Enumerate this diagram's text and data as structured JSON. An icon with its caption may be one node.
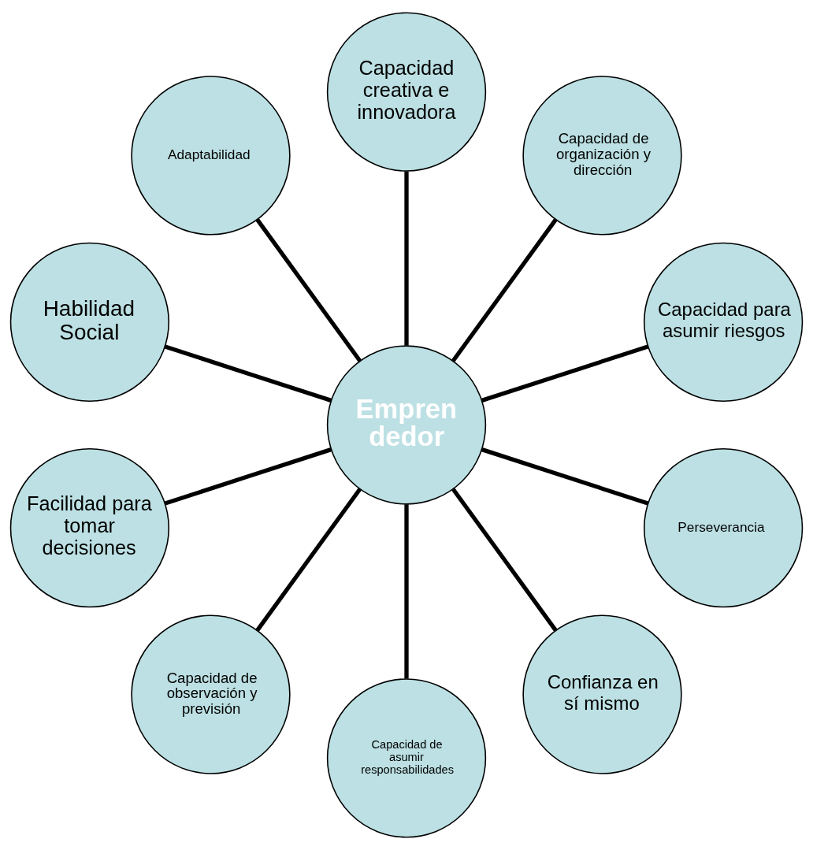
{
  "diagram": {
    "nodes": [
      {
        "text": [
          "Empren dedor"
        ]
      },
      {
        "text": [
          "Capacidad para asumir riesgos"
        ]
      },
      {
        "text": [
          "Capacidad de organización y dirección"
        ]
      },
      {
        "text": [
          "Capacidad creativa e innovadora"
        ]
      },
      {
        "text": [
          "Adaptabilidad"
        ]
      },
      {
        "text": [
          "Habilidad Social"
        ]
      },
      {
        "text": [
          "Facilidad para tomar decisiones"
        ]
      },
      {
        "text": [
          "Capacidad de observación y previsión"
        ]
      },
      {
        "text": [
          "Capacidad de asumir responsabilidades"
        ]
      },
      {
        "text": [
          "Confianza en sí mismo"
        ]
      },
      {
        "text": [
          "Perseverancia"
        ]
      }
    ],
    "edges": [
      {
        "from": 0,
        "to": 1,
        "arrow": "none"
      },
      {
        "from": 0,
        "to": 2,
        "arrow": "none"
      },
      {
        "from": 0,
        "to": 3,
        "arrow": "none"
      },
      {
        "from": 0,
        "to": 4,
        "arrow": "none"
      },
      {
        "from": 0,
        "to": 5,
        "arrow": "none"
      },
      {
        "from": 0,
        "to": 6,
        "arrow": "none"
      },
      {
        "from": 0,
        "to": 7,
        "arrow": "none"
      },
      {
        "from": 0,
        "to": 8,
        "arrow": "none"
      },
      {
        "from": 0,
        "to": 9,
        "arrow": "none"
      },
      {
        "from": 0,
        "to": 10,
        "arrow": "none"
      }
    ]
  }
}
